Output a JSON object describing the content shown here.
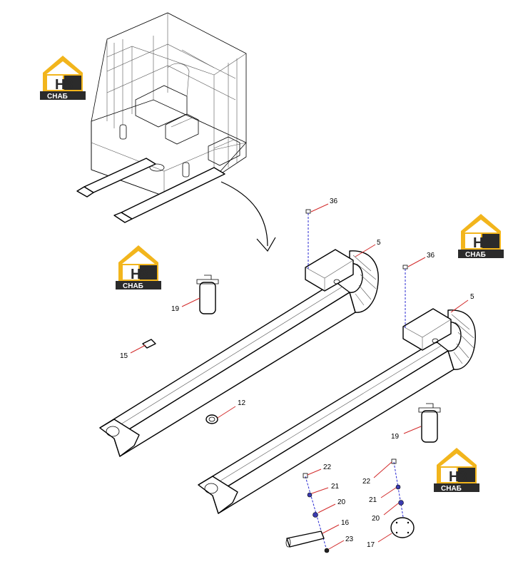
{
  "logo": {
    "big": "H3",
    "small": "СНАБ",
    "color_yellow": "#f2b51c",
    "color_dark": "#2b2b2b"
  },
  "callouts": {
    "c36a": "36",
    "c5a": "5",
    "c36b": "36",
    "c5b": "5",
    "c19a": "19",
    "c15": "15",
    "c12": "12",
    "c19b": "19",
    "c22a": "22",
    "c21a": "21",
    "c20a": "20",
    "c16": "16",
    "c23": "23",
    "c22b": "22",
    "c21b": "21",
    "c20b": "20",
    "c17": "17"
  }
}
